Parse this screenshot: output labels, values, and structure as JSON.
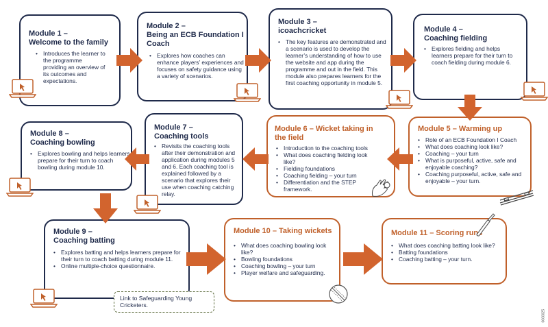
{
  "modules": [
    {
      "title": [
        "Module 1 –",
        "Welcome to the family"
      ],
      "items": [
        "Introduces the learner to the programme providing an overview of its outcomes and expectations."
      ]
    },
    {
      "title": [
        "Module 2 –",
        "Being an ECB Foundation I",
        "Coach"
      ],
      "items": [
        "Explores how coaches can enhance players’ experiences and focuses on safety guidance using a variety of scenarios."
      ]
    },
    {
      "title": [
        "Module 3 –",
        "icoachcricket"
      ],
      "items": [
        "The key features are demonstrated and a scenario is used to develop the learner’s understanding of how to use the website and app during the programme and out in the field. This module also prepares learners for the first coaching opportunity in module 5."
      ]
    },
    {
      "title": [
        "Module 4 –",
        "Coaching fielding"
      ],
      "items": [
        "Explores fielding and helps learners prepare for their turn to coach fielding during module 6."
      ]
    },
    {
      "title": [
        "Module 5 – Warming up"
      ],
      "items": [
        "Role of an ECB Foundation I Coach",
        "What does coaching look like?",
        "Coaching – your turn",
        "What is purposeful, active, safe and enjoyable coaching?",
        "Coaching purposeful, active, safe and enjoyable – your turn."
      ]
    },
    {
      "title": [
        "Module 6 – Wicket taking in",
        "the field"
      ],
      "items": [
        "Introduction to the coaching tools",
        "What does coaching fielding look like?",
        "Fielding foundations",
        "Coaching fielding – your turn",
        "Differentiation and the STEP framework."
      ]
    },
    {
      "title": [
        "Module 7 –",
        "Coaching tools"
      ],
      "items": [
        "Revisits the coaching tools after their demonstration and application during modules 5 and 6. Each coaching tool is explained followed by a scenario that explores their use when coaching catching relay."
      ]
    },
    {
      "title": [
        "Module 8 –",
        "Coaching bowling"
      ],
      "items": [
        "Explores bowling and helps learners prepare for their turn to coach bowling during module 10."
      ]
    },
    {
      "title": [
        "Module 9 –",
        "Coaching batting"
      ],
      "items": [
        "Explores batting and helps learners prepare for their turn to coach batting during module 11.",
        "Online multiple-choice questionnaire."
      ]
    },
    {
      "title": [
        "Module 10 – Taking wickets"
      ],
      "items": [
        "What does coaching bowling look like?",
        "Bowling foundations",
        "Coaching bowling – your turn",
        "Player welfare and safeguarding."
      ]
    },
    {
      "title": [
        "Module 11 – Scoring runs"
      ],
      "items": [
        "What does coaching batting look like?",
        "Batting foundations",
        "Coaching batting – your turn."
      ]
    }
  ],
  "link_box": "Link to Safeguarding Young Cricketers.",
  "figure_code": "0000025",
  "colors": {
    "navy": "#1f2a4a",
    "orange": "#c0602a",
    "arrow": "#d2642e",
    "dashed": "#5c6b3c"
  }
}
